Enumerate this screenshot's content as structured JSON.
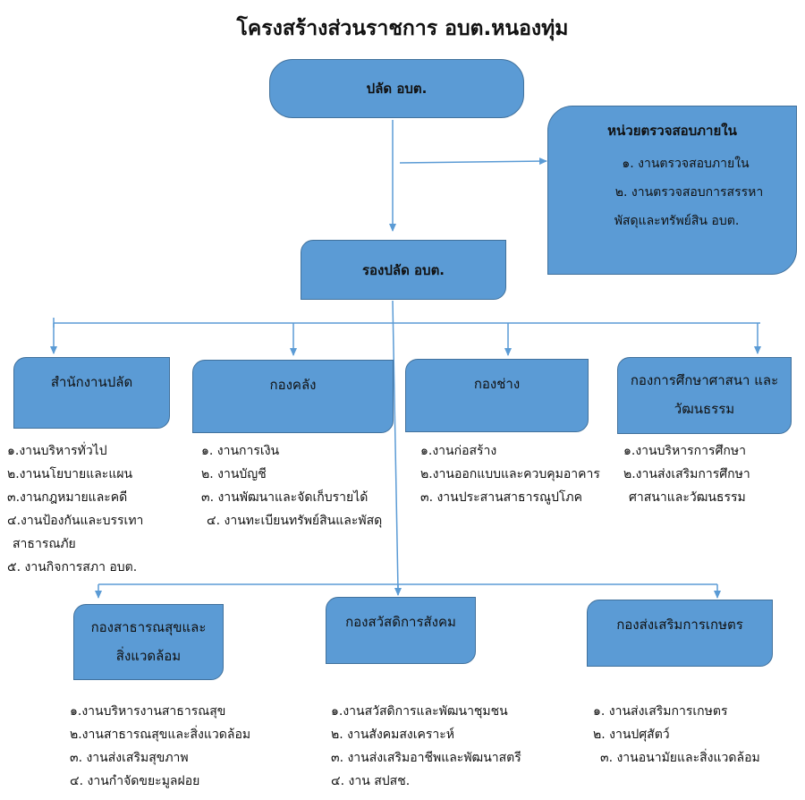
{
  "title": "โครงสร้างส่วนราชการ อบต.หนองทุ่ม",
  "nodes": {
    "chief": "ปลัด อบต.",
    "deputy": "รองปลัด อบต.",
    "internal_audit": {
      "title": "หน่วยตรวจสอบภายใน",
      "items": [
        "๑.    งานตรวจสอบภายใน",
        "๒.    งานตรวจสอบการสรรหา",
        "พัสดุและทรัพย์สิน อบต."
      ]
    },
    "office": "สำนักงานปลัด",
    "finance": "กองคลัง",
    "engineering": "กองช่าง",
    "education": [
      "กองการศึกษาศาสนา และ",
      "วัฒนธรรม"
    ],
    "health": [
      "กองสาธารณสุขและ",
      "สิ่งแวดล้อม"
    ],
    "welfare": "กองสวัสดิการสังคม",
    "agriculture": "กองส่งเสริมการเกษตร"
  },
  "lists": {
    "office": [
      "๑.งานบริหารทั่วไป",
      "๒.งานนโยบายและแผน",
      "๓.งานกฎหมายและคดี",
      "๔.งานป้องกันและบรรเทา",
      " สาธารณภัย",
      "๕. งานกิจการสภา อบต."
    ],
    "finance": [
      "๑. งานการเงิน",
      "๒. งานบัญชี",
      "๓. งานพัฒนาและจัดเก็บรายได้",
      " ๔. งานทะเบียนทรัพย์สินและพัสดุ"
    ],
    "engineering": [
      "๑.งานก่อสร้าง",
      "๒.งานออกแบบและควบคุมอาคาร",
      "๓. งานประสานสาธารณูปโภค"
    ],
    "education": [
      "๑.งานบริหารการศึกษา",
      "๒.งานส่งเสริมการศึกษา",
      "ศาสนาและวัฒนธรรม"
    ],
    "health": [
      "๑.งานบริหารงานสาธารณสุข",
      "๒.งานสาธารณสุขและสิ่งแวดล้อม",
      "๓. งานส่งเสริมสุขภาพ",
      "๔. งานกำจัดขยะมูลฝอย"
    ],
    "welfare": [
      "๑.งานสวัสดิการและพัฒนาชุมชน",
      "๒. งานสังคมสงเคราะห์",
      "๓. งานส่งเสริมอาชีพและพัฒนาสตรี",
      "๔. งาน สปสช."
    ],
    "agriculture": [
      "๑. งานส่งเสริมการเกษตร",
      "๒. งานปศุสัตว์",
      "๓. งานอนามัยและสิ่งแวดล้อม"
    ]
  },
  "colors": {
    "box_fill": "#5b9bd5",
    "box_border": "#41719c",
    "connector": "#5b9bd5"
  }
}
